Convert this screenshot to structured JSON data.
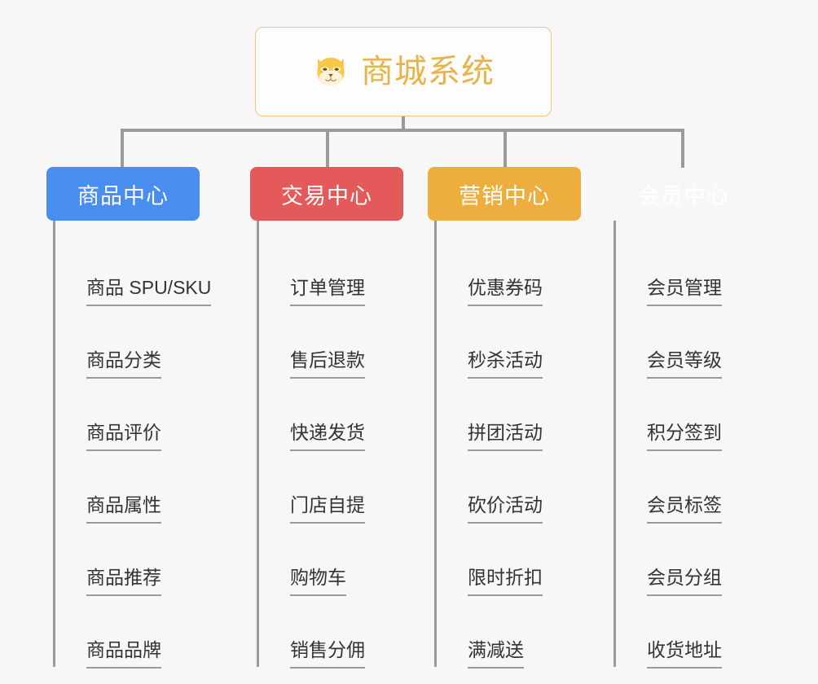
{
  "background_color": "#f7f7f7",
  "root": {
    "icon": "shiba-dog-face-icon",
    "title": "商城系统",
    "title_color": "#e8b34a",
    "border_color": "#edc67e"
  },
  "connector_color": "#9a9a9a",
  "columns": [
    {
      "label": "商品中心",
      "color": "#4a8df0",
      "items": [
        "商品 SPU/SKU",
        "商品分类",
        "商品评价",
        "商品属性",
        "商品推荐",
        "商品品牌"
      ]
    },
    {
      "label": "交易中心",
      "color": "#e4595a",
      "items": [
        "订单管理",
        "售后退款",
        "快递发货",
        "门店自提",
        "购物车",
        "销售分佣"
      ]
    },
    {
      "label": "营销中心",
      "color": "#edae3e",
      "items": [
        "优惠券码",
        "秒杀活动",
        "拼团活动",
        "砍价活动",
        "限时折扣",
        "满减送"
      ]
    },
    {
      "label": "会员中心",
      "color": "#6cc council",
      "items": [
        "会员管理",
        "会员等级",
        "积分签到",
        "会员标签",
        "会员分组",
        "收货地址"
      ]
    }
  ]
}
